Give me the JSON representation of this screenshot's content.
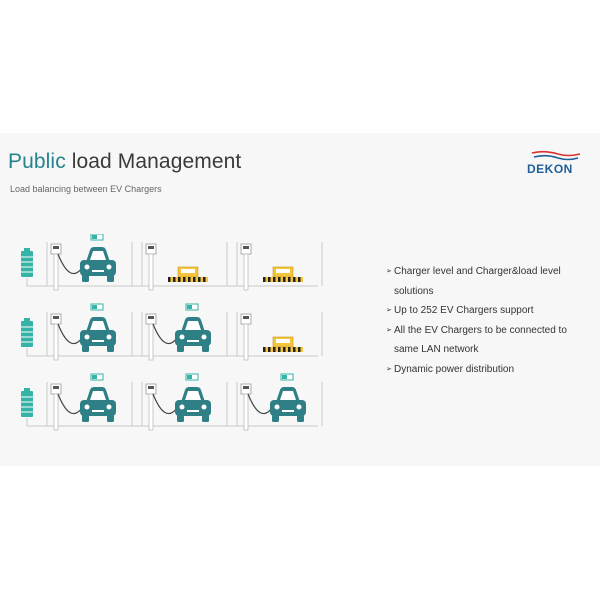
{
  "header": {
    "title_accent": "Public",
    "title_rest": " load Management",
    "subtitle": "Load balancing between EV Chargers",
    "logo_text": "DEKON"
  },
  "bullets": [
    "Charger level and Charger&load level solutions",
    "Up to 252 EV Chargers support",
    "All the EV Chargers to be connected to same LAN network",
    "Dynamic power distribution"
  ],
  "colors": {
    "accent": "#23848d",
    "car": "#2e7f86",
    "battery": "#34b3a6",
    "logo_red": "#d9322e",
    "logo_blue": "#1f5f9b",
    "line": "#c8c8c8"
  },
  "diagram": {
    "rows": [
      {
        "slots": [
          "car",
          "empty",
          "empty"
        ]
      },
      {
        "slots": [
          "car",
          "car",
          "empty"
        ]
      },
      {
        "slots": [
          "car",
          "car",
          "car"
        ]
      }
    ]
  }
}
